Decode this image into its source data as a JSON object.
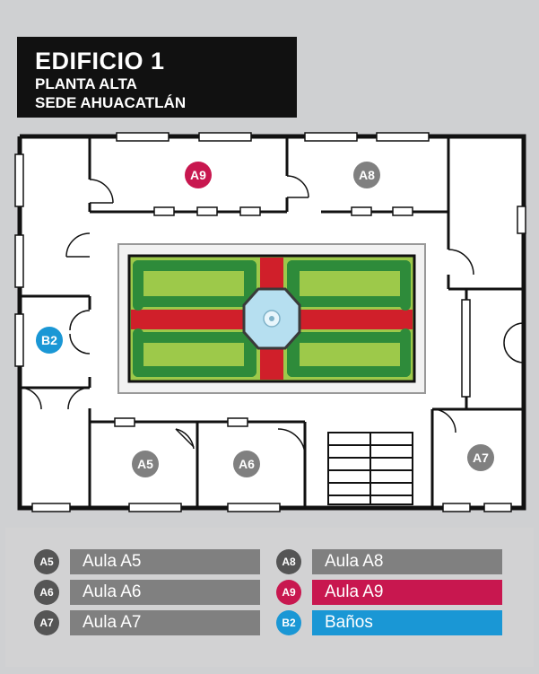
{
  "title": {
    "line1": "EDIFICIO 1",
    "line2": "PLANTA ALTA",
    "line3": "SEDE AHUACATLÁN"
  },
  "rooms": [
    {
      "id": "A9",
      "label": "A9",
      "color": "#c8174f"
    },
    {
      "id": "A8",
      "label": "A8",
      "color": "#808080"
    },
    {
      "id": "B2",
      "label": "B2",
      "color": "#1a97d5"
    },
    {
      "id": "A5",
      "label": "A5",
      "color": "#808080"
    },
    {
      "id": "A6",
      "label": "A6",
      "color": "#808080"
    },
    {
      "id": "A7",
      "label": "A7",
      "color": "#808080"
    }
  ],
  "legend": [
    {
      "badge": "A5",
      "text": "Aula A5",
      "color": "#808080"
    },
    {
      "badge": "A6",
      "text": "Aula A6",
      "color": "#808080"
    },
    {
      "badge": "A7",
      "text": "Aula A7",
      "color": "#808080"
    },
    {
      "badge": "A8",
      "text": "Aula A8",
      "color": "#808080"
    },
    {
      "badge": "A9",
      "text": "Aula A9",
      "color": "#c8174f"
    },
    {
      "badge": "B2",
      "text": "Baños",
      "color": "#1a97d5"
    }
  ],
  "colors": {
    "floor": "#ffffff",
    "wall": "#111111",
    "garden_grass": "#9dc94a",
    "garden_hedge": "#2e8b3a",
    "garden_path": "#d01f2a",
    "fountain": "#b6dff0"
  }
}
